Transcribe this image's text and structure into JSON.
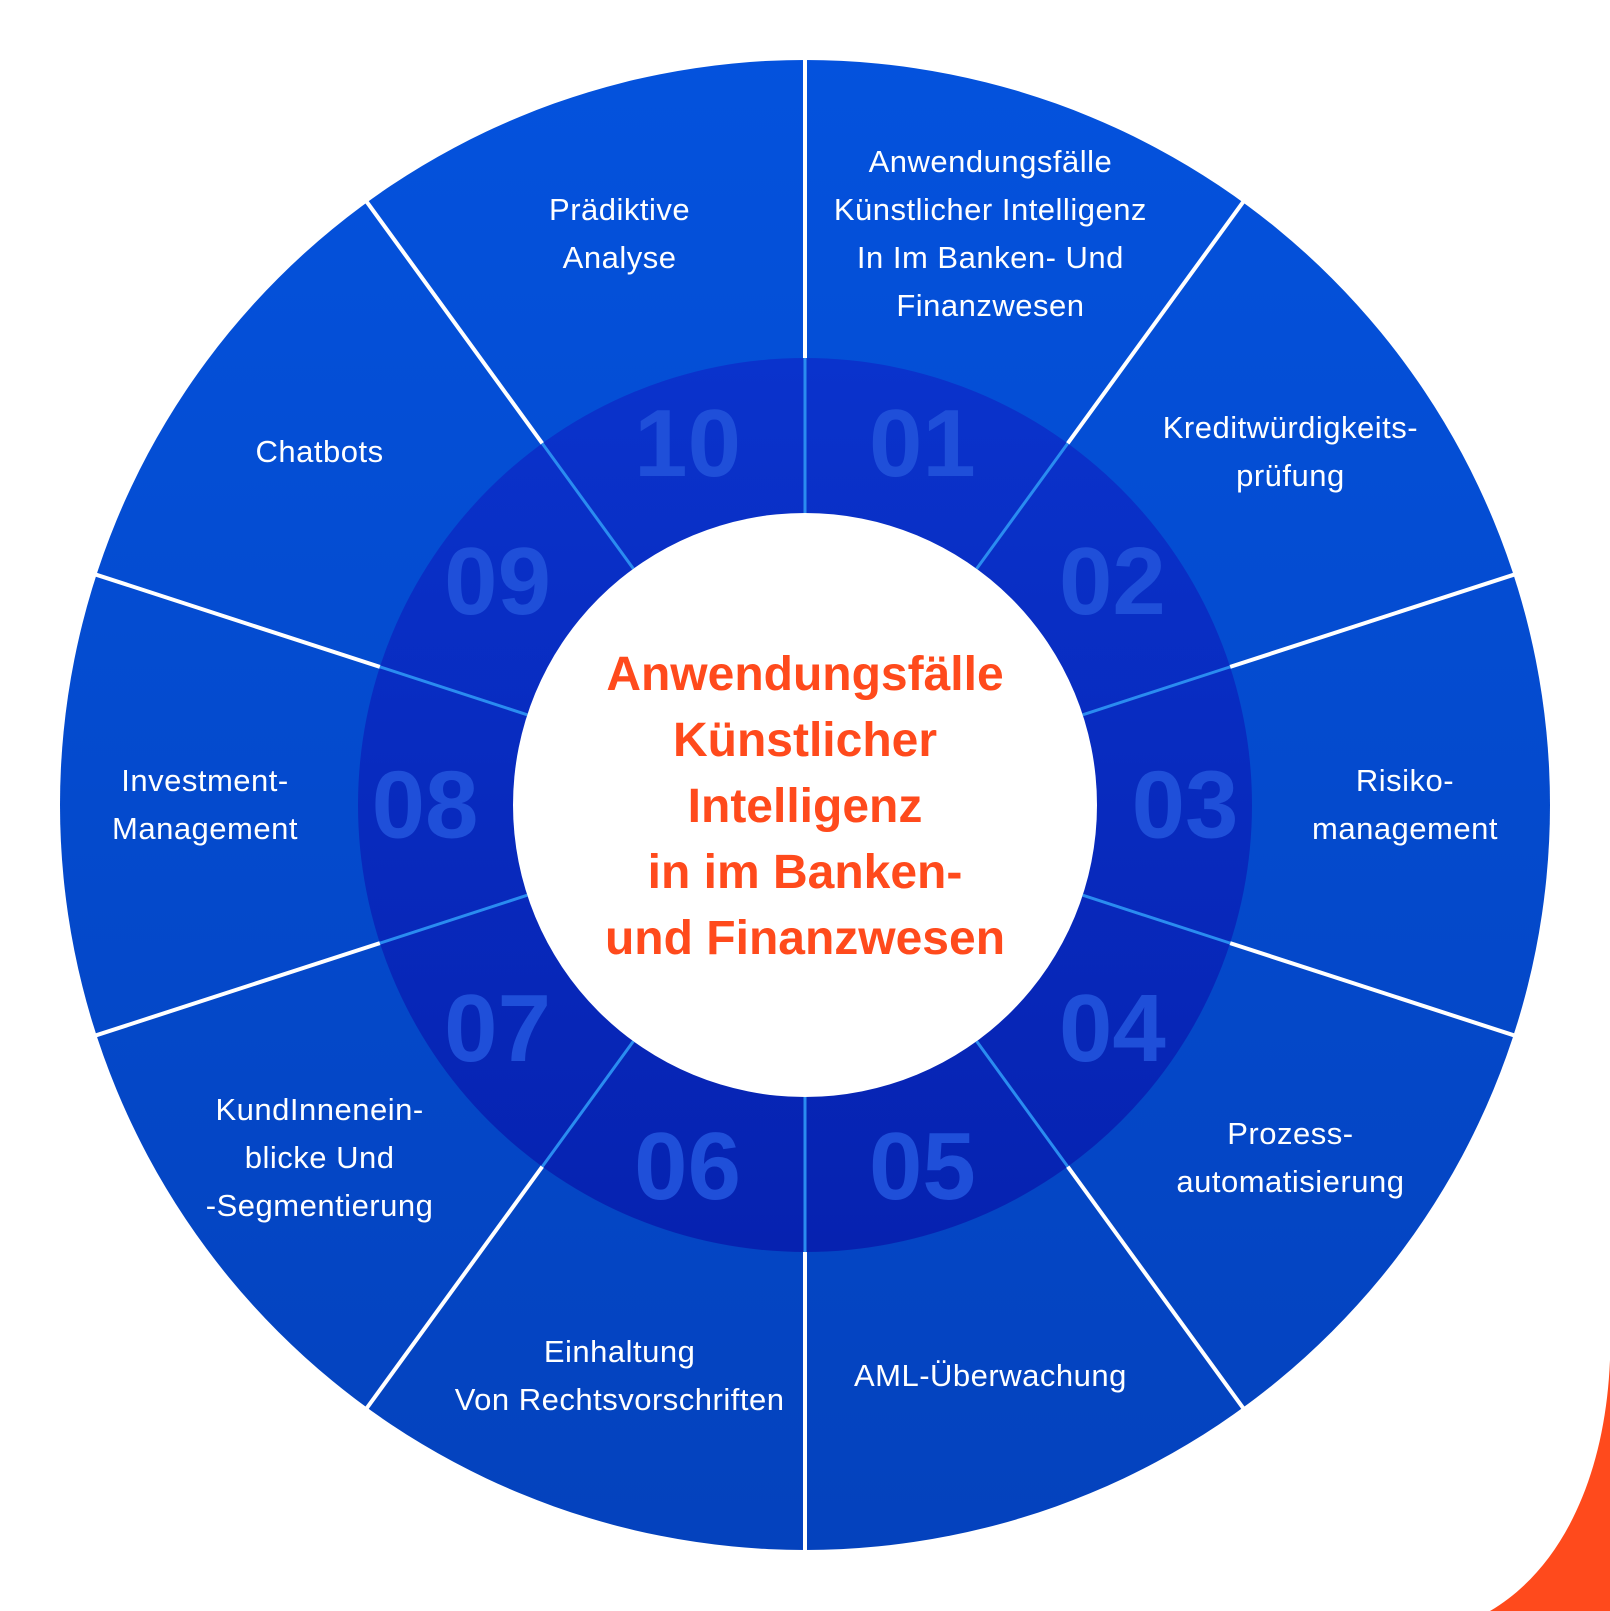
{
  "center_title": "Anwendungsfälle\nKünstlicher\nIntelligenz\nin im Banken-\nund Finanzwesen",
  "colors": {
    "outer_ring": "#0452dd",
    "outer_ring_dark": "#0442bd",
    "inner_ring": "#0a33cc",
    "inner_ring_dark": "#0622b0",
    "number_color": "#1f4fd9",
    "center_fill": "#ffffff",
    "divider_outer": "#ffffff",
    "divider_inner": "#2a8cf0",
    "title_color": "#ff4a1c",
    "accent_corner": "#ff4a1c"
  },
  "segments": [
    {
      "number": "01",
      "label": "Anwendungsfälle\nKünstlicher Intelligenz\nIn Im Banken- Und\nFinanzwesen"
    },
    {
      "number": "02",
      "label": "Kreditwürdigkeits-\nprüfung"
    },
    {
      "number": "03",
      "label": "Risiko-\nmanagement"
    },
    {
      "number": "04",
      "label": "Prozess-\nautomatisierung"
    },
    {
      "number": "05",
      "label": "AML-Überwachung"
    },
    {
      "number": "06",
      "label": "Einhaltung\nVon Rechtsvorschriften"
    },
    {
      "number": "07",
      "label": "KundInnenein-\nblicke Und\n-Segmentierung"
    },
    {
      "number": "08",
      "label": "Investment-\nManagement"
    },
    {
      "number": "09",
      "label": "Chatbots"
    },
    {
      "number": "10",
      "label": "Prädiktive\nAnalyse"
    }
  ]
}
